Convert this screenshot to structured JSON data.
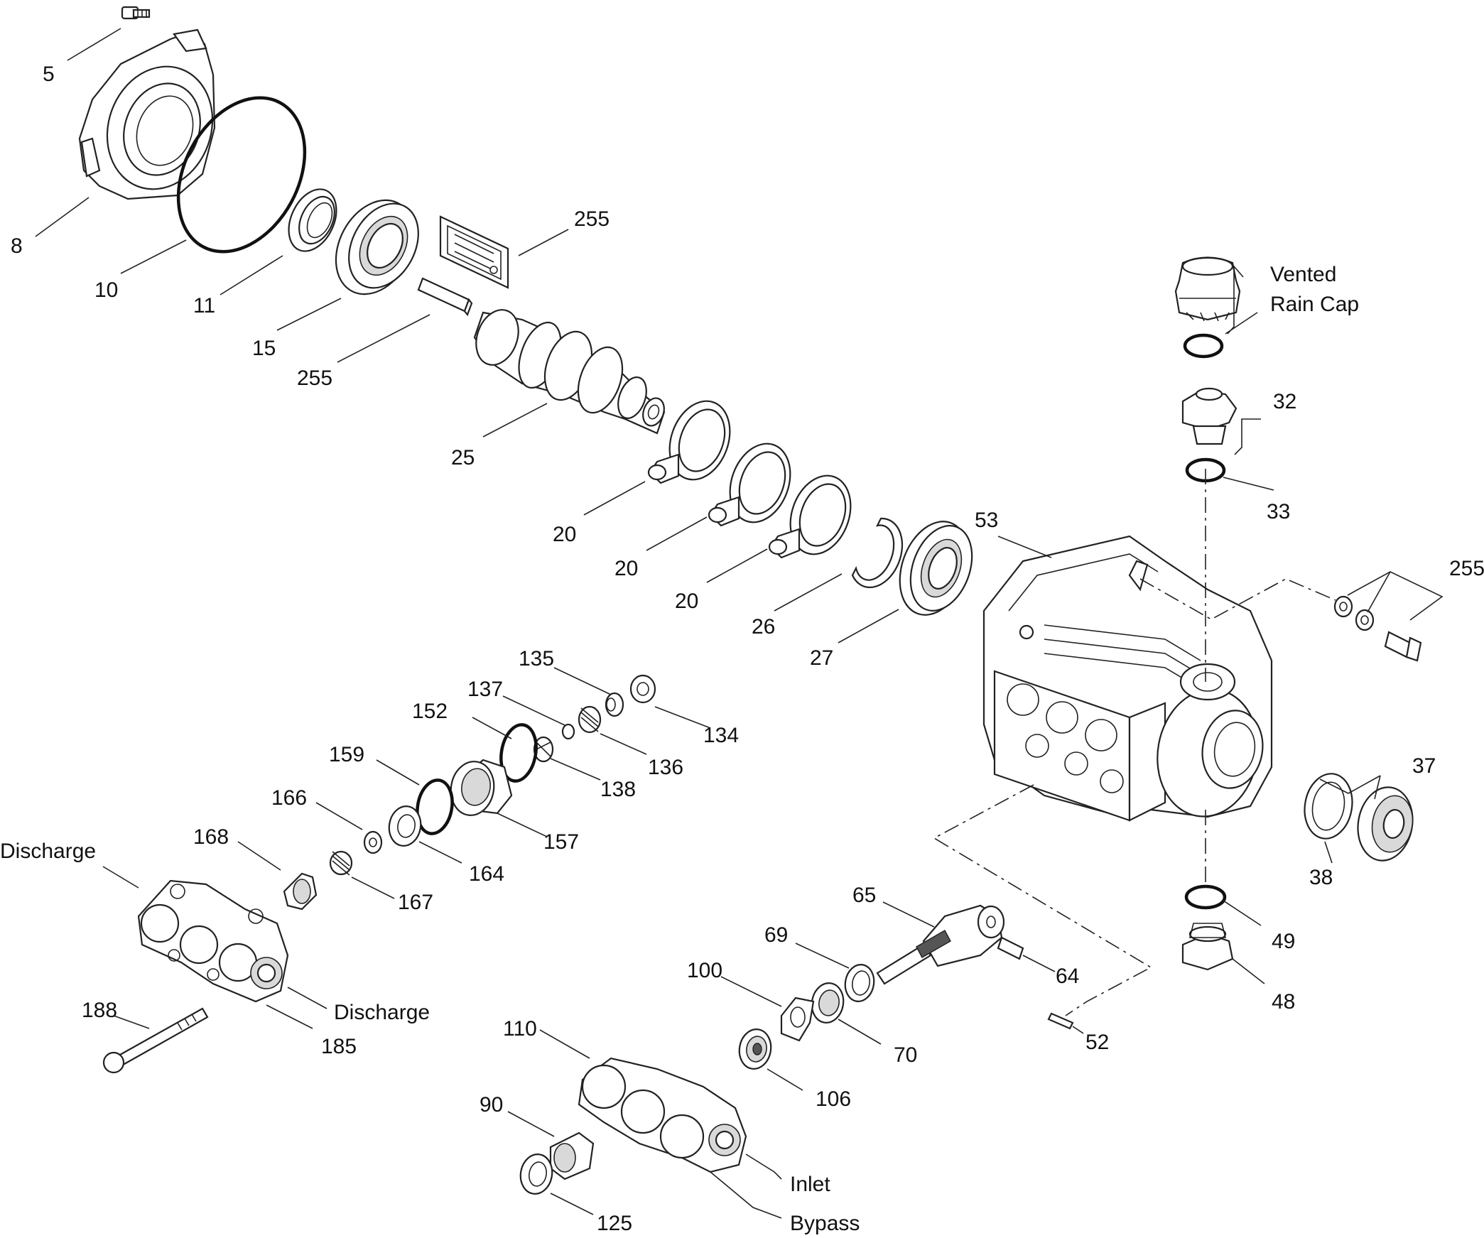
{
  "diagram": {
    "callouts": [
      {
        "id": "c5",
        "text": "5"
      },
      {
        "id": "c8",
        "text": "8"
      },
      {
        "id": "c10",
        "text": "10"
      },
      {
        "id": "c11",
        "text": "11"
      },
      {
        "id": "c15",
        "text": "15"
      },
      {
        "id": "c255a",
        "text": "255"
      },
      {
        "id": "c255b",
        "text": "255"
      },
      {
        "id": "c25",
        "text": "25"
      },
      {
        "id": "c20a",
        "text": "20"
      },
      {
        "id": "c20b",
        "text": "20"
      },
      {
        "id": "c20c",
        "text": "20"
      },
      {
        "id": "c26",
        "text": "26"
      },
      {
        "id": "c27",
        "text": "27"
      },
      {
        "id": "c53",
        "text": "53"
      },
      {
        "id": "cVented",
        "text": "Vented"
      },
      {
        "id": "cRainCap",
        "text": "Rain Cap"
      },
      {
        "id": "c32",
        "text": "32"
      },
      {
        "id": "c33",
        "text": "33"
      },
      {
        "id": "c255c",
        "text": "255"
      },
      {
        "id": "c135",
        "text": "135"
      },
      {
        "id": "c137",
        "text": "137"
      },
      {
        "id": "c152",
        "text": "152"
      },
      {
        "id": "c134",
        "text": "134"
      },
      {
        "id": "c136",
        "text": "136"
      },
      {
        "id": "c138",
        "text": "138"
      },
      {
        "id": "c159",
        "text": "159"
      },
      {
        "id": "c157",
        "text": "157"
      },
      {
        "id": "c166",
        "text": "166"
      },
      {
        "id": "c164",
        "text": "164"
      },
      {
        "id": "c168",
        "text": "168"
      },
      {
        "id": "c167",
        "text": "167"
      },
      {
        "id": "cDischarge1",
        "text": "Discharge"
      },
      {
        "id": "cDischarge2",
        "text": "Discharge"
      },
      {
        "id": "c188",
        "text": "188"
      },
      {
        "id": "c185",
        "text": "185"
      },
      {
        "id": "c37",
        "text": "37"
      },
      {
        "id": "c38",
        "text": "38"
      },
      {
        "id": "c49",
        "text": "49"
      },
      {
        "id": "c48",
        "text": "48"
      },
      {
        "id": "c65",
        "text": "65"
      },
      {
        "id": "c69",
        "text": "69"
      },
      {
        "id": "c64",
        "text": "64"
      },
      {
        "id": "c100",
        "text": "100"
      },
      {
        "id": "c70",
        "text": "70"
      },
      {
        "id": "c52",
        "text": "52"
      },
      {
        "id": "c110",
        "text": "110"
      },
      {
        "id": "c106",
        "text": "106"
      },
      {
        "id": "c90",
        "text": "90"
      },
      {
        "id": "cInlet",
        "text": "Inlet"
      },
      {
        "id": "c125",
        "text": "125"
      },
      {
        "id": "cBypass",
        "text": "Bypass"
      }
    ]
  }
}
